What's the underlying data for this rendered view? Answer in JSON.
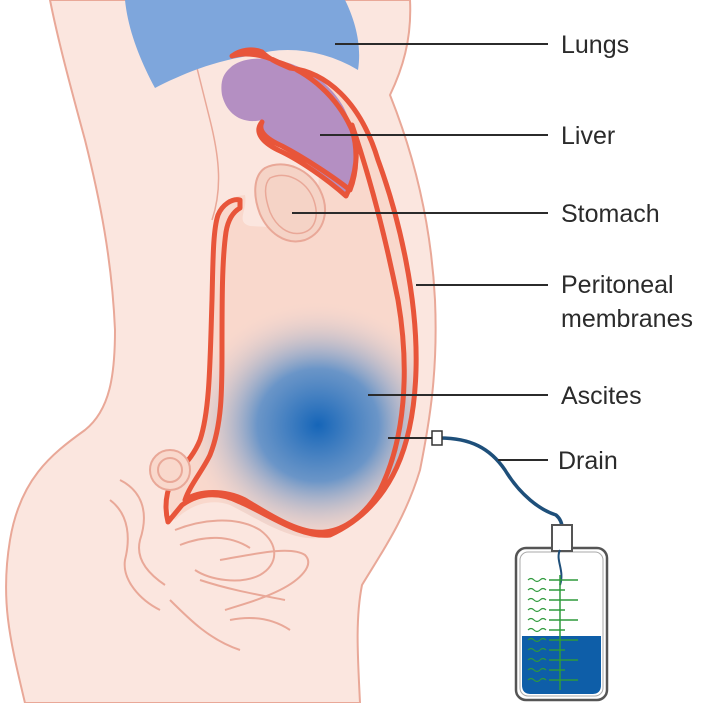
{
  "labels": {
    "lungs": "Lungs",
    "liver": "Liver",
    "stomach": "Stomach",
    "peritoneal_line1": "Peritoneal",
    "peritoneal_line2": "membranes",
    "ascites": "Ascites",
    "drain": "Drain"
  },
  "colors": {
    "body_fill": "#fbe6df",
    "body_outline": "#e9a898",
    "cavity_fill": "#f9d8cc",
    "membrane": "#e8553a",
    "lungs": "#7ea6dc",
    "liver": "#b48fc2",
    "ascites": "#1565b8",
    "tube": "#1e4f7a",
    "bag_liquid": "#0e5ea8",
    "bag_scale": "#2e9a3c"
  }
}
